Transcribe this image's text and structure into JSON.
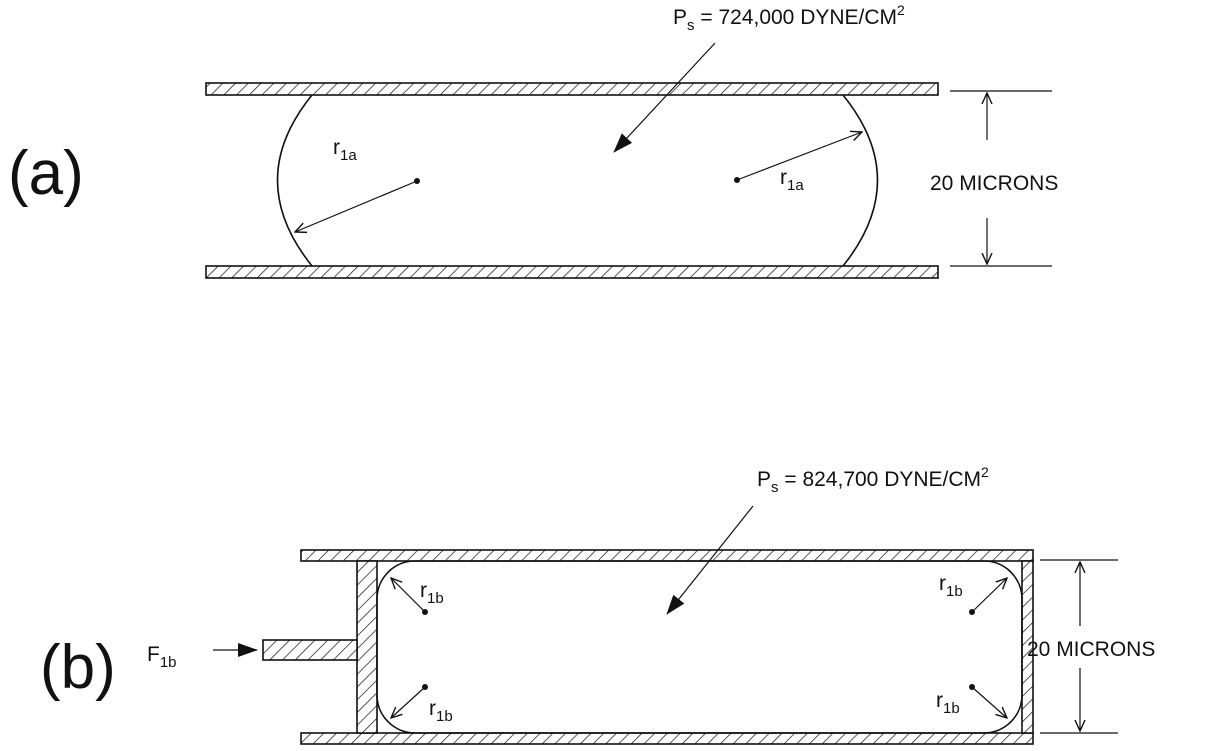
{
  "panel_a": {
    "label": "(a)",
    "pressure": {
      "symbol": "P",
      "subscript": "s",
      "text": " = 724,000 DYNE/CM",
      "superscript": "2"
    },
    "radius": {
      "symbol": "r",
      "subscript": "1a"
    },
    "gap_label": "20 MICRONS"
  },
  "panel_b": {
    "label": "(b)",
    "pressure": {
      "symbol": "P",
      "subscript": "s",
      "text": " = 824,700 DYNE/CM",
      "superscript": "2"
    },
    "radius": {
      "symbol": "r",
      "subscript": "1b"
    },
    "force": {
      "symbol": "F",
      "subscript": "1b"
    },
    "gap_label": "20 MICRONS"
  }
}
